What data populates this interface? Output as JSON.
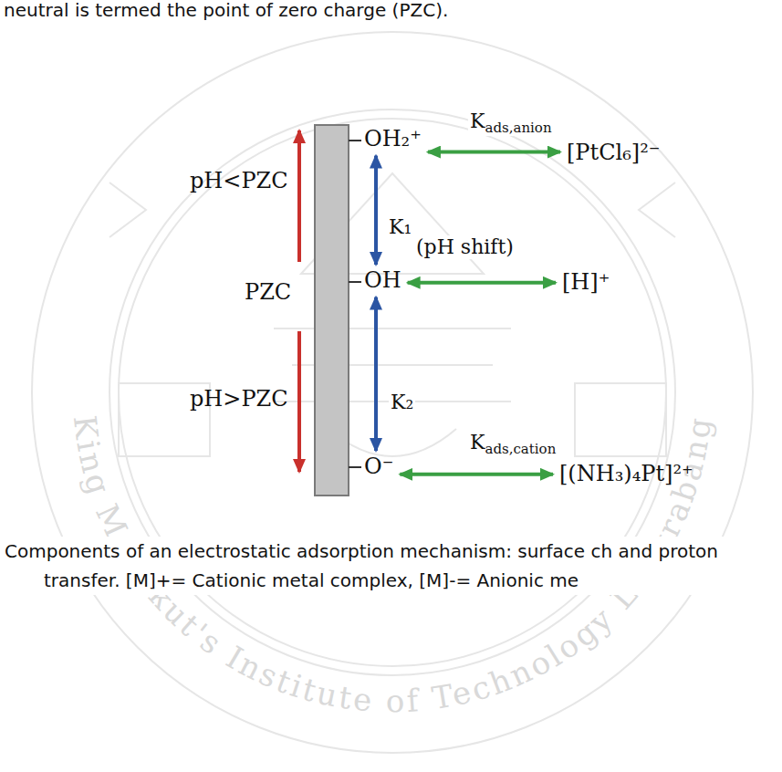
{
  "diagram": {
    "caption": "Components of an electrostatic adsorption mechanism: surface ch and proton transfer. [M]+= Cationic metal complex, [M]-= Anionic me",
    "nodes": [
      {
        "text": [
          "OH₂⁺"
        ]
      },
      {
        "text": [
          "[PtCl₆]²⁻"
        ]
      },
      {
        "text": [
          "OH"
        ]
      },
      {
        "text": [
          "[H]⁺"
        ]
      },
      {
        "text": [
          "O⁻"
        ]
      },
      {
        "text": [
          "[(NH₃)₄Pt]²⁺"
        ]
      }
    ],
    "edges": [
      {
        "from": 0,
        "to": 2,
        "arrow": "both",
        "label": "K₁"
      },
      {
        "from": 2,
        "to": 4,
        "arrow": "both",
        "label": "K₂"
      },
      {
        "from": 0,
        "to": 1,
        "arrow": "both",
        "label": "Kads,anion"
      },
      {
        "from": 2,
        "to": 3,
        "arrow": "both",
        "label": "(pH shift)"
      },
      {
        "from": 4,
        "to": 5,
        "arrow": "both",
        "label": "Kads,cation"
      }
    ],
    "labels": [
      "neutral is termed the point of zero charge (PZC).",
      "pH<PZC",
      "PZC",
      "pH>PZC",
      "King Mongkut's Institute of Technology Ladkrabang"
    ]
  }
}
